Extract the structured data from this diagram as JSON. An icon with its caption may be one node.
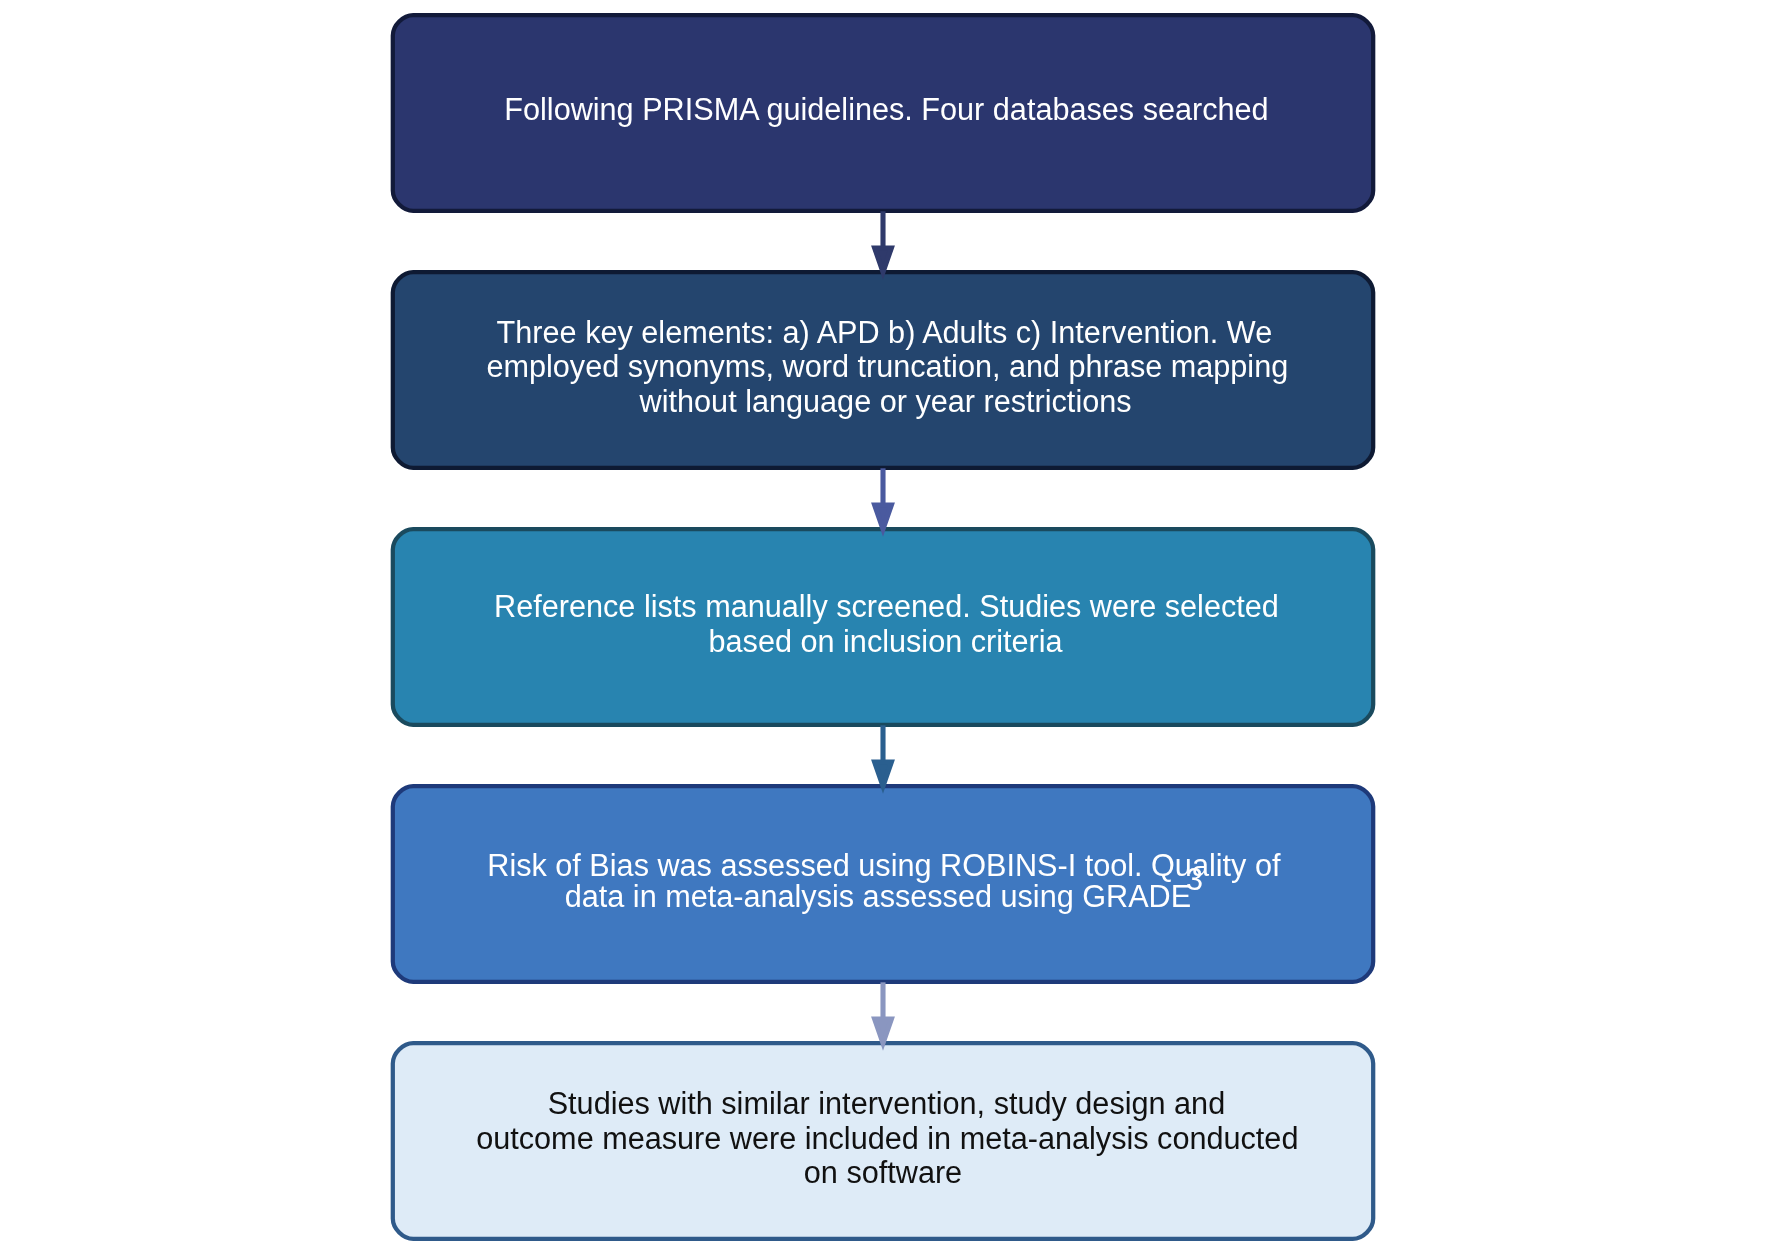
{
  "diagram": {
    "nodes": [
      {
        "text": [
          "Following PRISMA guidelines. Four databases searched"
        ]
      },
      {
        "text": [
          "Three key elements: a) APD b) Adults c) Intervention. We employed synonyms, word truncation, and phrase mapping without language or year restrictions"
        ]
      },
      {
        "text": [
          "Reference lists manually screened. Studies were selected based on inclusion criteria"
        ]
      },
      {
        "text": [
          "Risk of Bias was assessed using ROBINS-I tool. Quality of data in meta-analysis assessed using GRADE$^{3}$"
        ]
      },
      {
        "text": [
          "Studies with similar intervention, study design and outcome measure were included in meta-analysis conducted on software"
        ]
      }
    ],
    "edges": [
      {
        "from": 0,
        "to": 1,
        "arrow": "to",
        "color": "#2f3a6b"
      },
      {
        "from": 1,
        "to": 2,
        "arrow": "to",
        "color": "#4a5a9f"
      },
      {
        "from": 2,
        "to": 3,
        "arrow": "to",
        "color": "#2a5f8f"
      },
      {
        "from": 3,
        "to": 4,
        "arrow": "to",
        "color": "#8a96c0"
      }
    ]
  }
}
